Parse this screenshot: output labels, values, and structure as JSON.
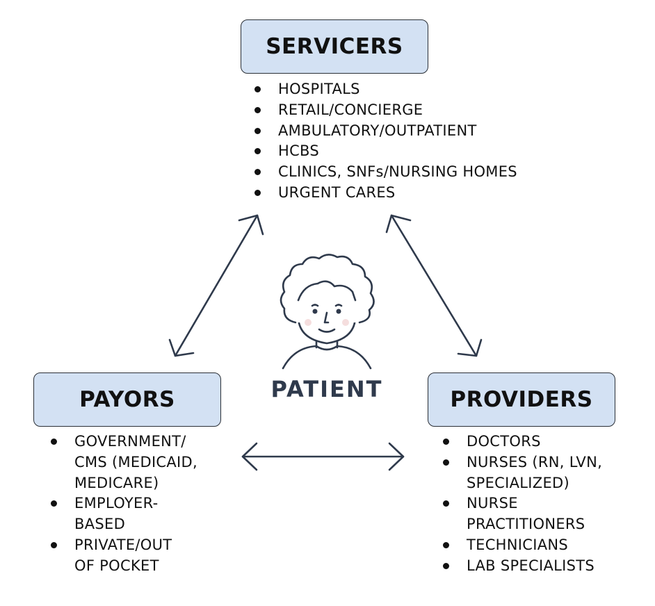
{
  "diagram": {
    "center": {
      "label": "PATIENT",
      "icon": "patient-icon"
    },
    "servicers": {
      "title": "SERVICERS",
      "items": [
        "HOSPITALS",
        "RETAIL/CONCIERGE",
        "AMBULATORY/OUTPATIENT",
        "HCBS",
        "CLINICS, SNFs/NURSING HOMES",
        "URGENT CARES"
      ]
    },
    "payors": {
      "title": "PAYORS",
      "items": [
        "GOVERNMENT/\nCMS (MEDICAID,\nMEDICARE)",
        "EMPLOYER-\nBASED",
        "PRIVATE/OUT\nOF POCKET"
      ]
    },
    "providers": {
      "title": "PROVIDERS",
      "items": [
        "DOCTORS",
        "NURSES (RN, LVN,\nSPECIALIZED)",
        "NURSE\nPRACTITIONERS",
        "TECHNICIANS",
        "LAB SPECIALISTS"
      ]
    },
    "arrows": [
      {
        "from": "servicers",
        "to": "payors",
        "direction": "both"
      },
      {
        "from": "servicers",
        "to": "providers",
        "direction": "both"
      },
      {
        "from": "payors",
        "to": "providers",
        "direction": "both"
      }
    ],
    "colors": {
      "box_fill": "#d3e1f3",
      "box_border": "#2a2f36",
      "arrow": "#2f3a4c",
      "patient_label": "#2f3a4c"
    }
  }
}
